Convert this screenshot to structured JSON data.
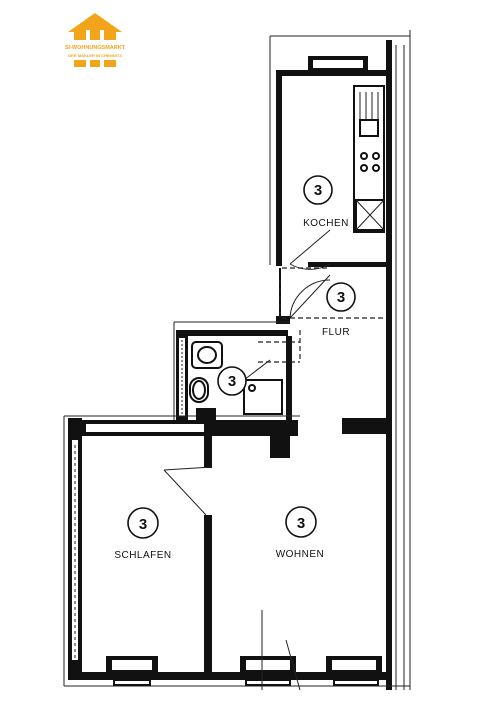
{
  "logo": {
    "name": "SI-WOHNUNGSMARKT",
    "tagline": "DER MAKLER IN CHEMNITZ",
    "color": "#f2a51a"
  },
  "rooms": [
    {
      "id": "kochen",
      "label": "KOCHEN",
      "number": "3"
    },
    {
      "id": "flur",
      "label": "FLUR",
      "number": "3"
    },
    {
      "id": "bad",
      "label": "",
      "number": "3"
    },
    {
      "id": "schlafen",
      "label": "SCHLAFEN",
      "number": "3"
    },
    {
      "id": "wohnen",
      "label": "WOHNEN",
      "number": "3"
    }
  ]
}
